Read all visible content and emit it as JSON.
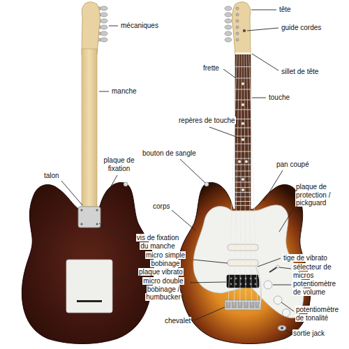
{
  "diagram": {
    "labels": [
      "mécaniques",
      "tête",
      "guide cordes",
      "frette",
      "sillet de tête",
      "manche",
      "touche",
      "repères de touche",
      "bouton de sangle",
      "pan coupé",
      "plaque de fixation",
      "talon",
      "plaque de protection / pickguard",
      "corps",
      "vis de fixation du manche",
      "micro simple bobinage",
      "tige de vibrato",
      "plaque vibrato",
      "sélecteur de micros",
      "micro double bobinage / humbucker",
      "potentiomètre de volume",
      "chevalet",
      "potentiomètre de tonalité",
      "sortie jack"
    ]
  }
}
